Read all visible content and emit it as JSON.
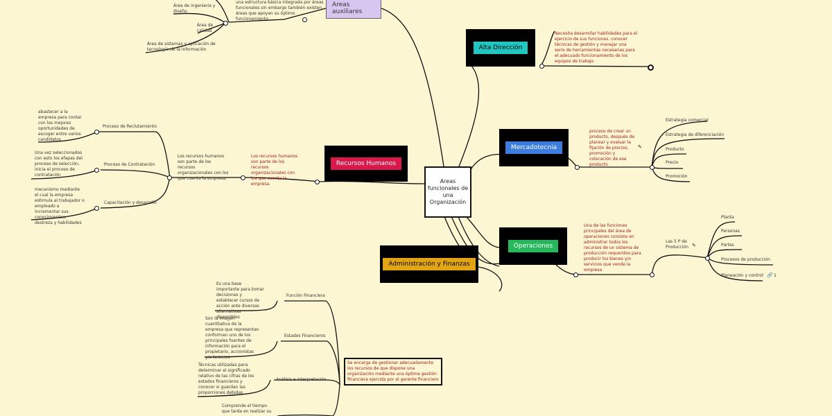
{
  "center": {
    "title": "Areas funcionales de una Organización"
  },
  "top_left": {
    "intro": "una estructura básica integrada por áreas funcionales sin embargo también existen áreas que apoyan su óptimo funcionamiento",
    "items": [
      "Área de ingeniería y diseño",
      "Área de calidad",
      "Área de sistemas y aplicación de tecnología de la información"
    ]
  },
  "nodes": {
    "auxiliares": {
      "label": "Areas auxiliares",
      "color": "#d6c6f0"
    },
    "alta": {
      "label": "Alta Dirección",
      "color": "#22c6c0",
      "desc": "Necesita desarrollar habilidades para el ejercicio de sus funciones. conocer técnicas de gestión y manejar una serie de herramientas necesarias para el adecuado funcionamiento de los equipos de trabajo"
    },
    "rh": {
      "label": "Recursos Humanos",
      "color": "#d9184c",
      "desc_a": "Los recursos humanos son parte de los recursos organizacionales con los que cuenta la empresa.",
      "desc_b": "Los recursos humanos son parte de los recursos organizacionales con los que cuenta la empresa."
    },
    "merc": {
      "label": "Mercadotecnia",
      "color": "#3d7de0",
      "desc": "proceso de crear un producto, después de planear y evaluar la fijación de precios, promoción y colocación de ese producto"
    },
    "oper": {
      "label": "Operaciones",
      "color": "#26b85a",
      "desc": "Una de las funciones principales del área de operaciones consiste en administrar todos los recursos de un sistema de producción requeridos para producir los bienes y/o servicios que vende la empresa",
      "hub": "Las 5 P de Producción"
    },
    "admin": {
      "label": "Administración y Finanzas",
      "color": "#e2a516",
      "desc": "Se encarga de gestionar adecuadamente los recursos de que dispone una organización mediante una óptima gestión financiera ejercida por el gerente financiero"
    }
  },
  "rh_children": [
    {
      "label": "Proceso de Reclutamiento",
      "note": "abastecer a la empresa para contar con los mejores oportunidades de escoger entre varios candidatos"
    },
    {
      "label": "Proceso de Contratación",
      "note": "Una vez seleccionados con esto los efapas del proceso de selección, inicia el proceso de contratación"
    },
    {
      "label": "Capacitación y desarrollo",
      "note": "mecanismo mediante el cual la empresa estimula al trabajador o empleado a incrementar sus conocimientos, destreza y habilidades"
    }
  ],
  "merc_children": [
    "Estrategia comercial",
    "Estrategia de diferenciación",
    "Producto",
    "Precio",
    "Promoción"
  ],
  "oper_children": [
    "Planta",
    "Personas",
    "Partes",
    "Procesos de producción",
    "Planeación y control"
  ],
  "oper_link_count": "1",
  "admin_children": [
    {
      "label": "Función Financiera",
      "note": "Es una base importante para tomar decisiones y establecer cursos de acción ante diversas alternativas disponibles"
    },
    {
      "label": "Estados Financieros",
      "note": "Son la imagen cuantitativa de la empresa que representan conforman uno de los principales fuentes de información para el propietario, accionistas y/o terceros"
    },
    {
      "label": "Análisis e interpretación",
      "note": "Técnicas utilizadas para determinar el significado relativo de las cifras de los estados financieros y conocer si guardan las proporciones debidas"
    },
    {
      "label": "",
      "note": "Comprende el tiempo que tarda en realizar su"
    }
  ]
}
